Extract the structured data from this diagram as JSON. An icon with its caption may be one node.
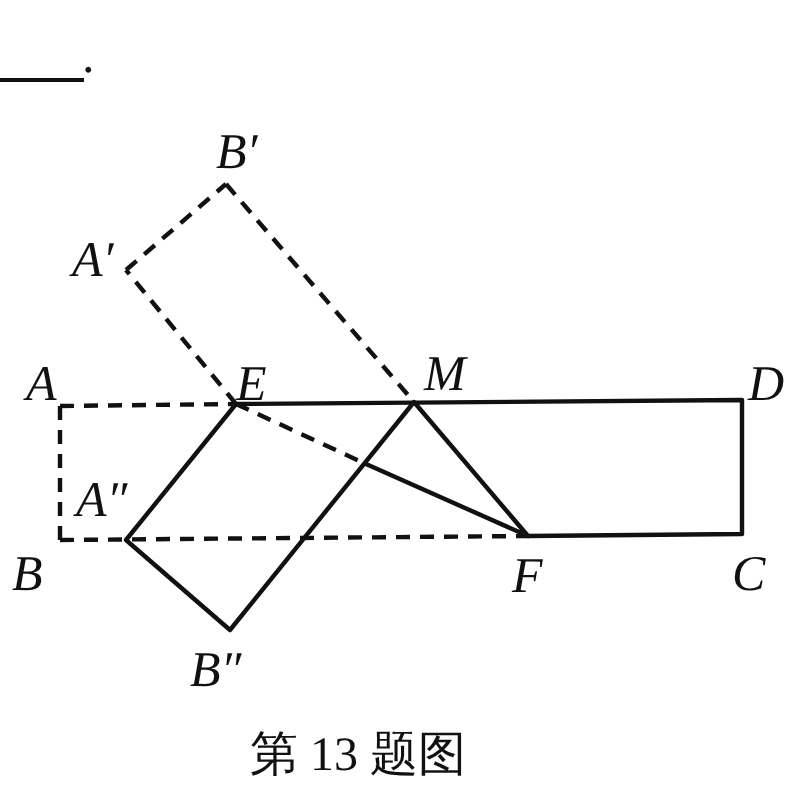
{
  "diagram": {
    "caption": "第 13 题图",
    "labels": [
      ".",
      "B′",
      "A′",
      "A",
      "E",
      "M",
      "D",
      "A″",
      "B",
      "F",
      "C",
      "B″"
    ]
  }
}
